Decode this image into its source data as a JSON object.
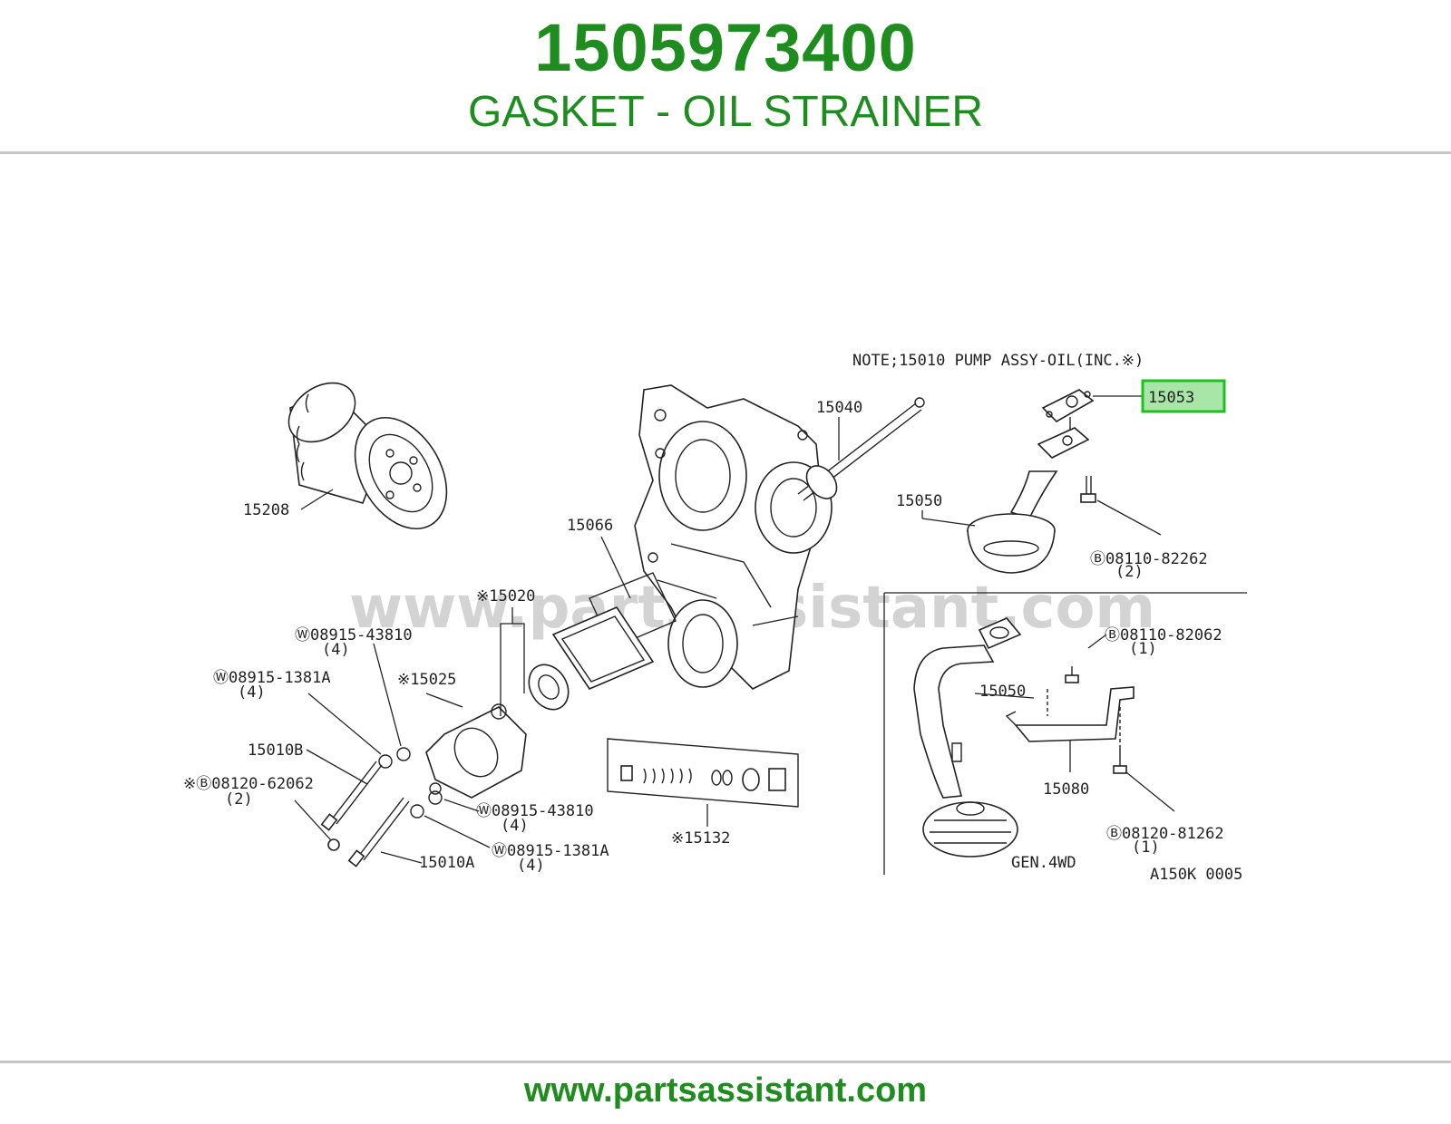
{
  "header": {
    "part_number": "1505973400",
    "part_name": "GASKET - OIL STRAINER"
  },
  "footer": {
    "url": "www.partsassistant.com"
  },
  "diagram": {
    "watermark": "www.partsassistant.com",
    "note": "NOTE;15010 PUMP ASSY-OIL(INC.※)",
    "highlighted_part": "15053",
    "highlight_color": "#1fbf1f",
    "highlight_fill": "#a8e6a8",
    "labels": {
      "p15040": "15040",
      "p15208": "15208",
      "p15050_top": "15050",
      "p15066": "15066",
      "b08110_82262": "Ⓑ08110-82262",
      "qty_82262": "(2)",
      "s15020": "※15020",
      "w08915_43810_top": "Ⓦ08915-43810",
      "qty_43810_top": "(4)",
      "w08915_1381a_top": "Ⓦ08915-1381A",
      "qty_1381a_top": "(4)",
      "s15025": "※15025",
      "p15010b": "15010B",
      "b08120_62062": "※Ⓑ08120-62062",
      "qty_62062": "(2)",
      "w08915_43810_bot": "Ⓦ08915-43810",
      "qty_43810_bot": "(4)",
      "w08915_1381a_bot": "Ⓦ08915-1381A",
      "qty_1381a_bot": "(4)",
      "p15010a": "15010A",
      "s15132": "※15132",
      "b08110_82062": "Ⓑ08110-82062",
      "qty_82062": "(1)",
      "p15050_inset": "15050",
      "p15080": "15080",
      "b08120_81262": "Ⓑ08120-81262",
      "qty_81262": "(1)",
      "gen_4wd": "GEN.4WD",
      "ref_code": "A150K 0005"
    }
  }
}
